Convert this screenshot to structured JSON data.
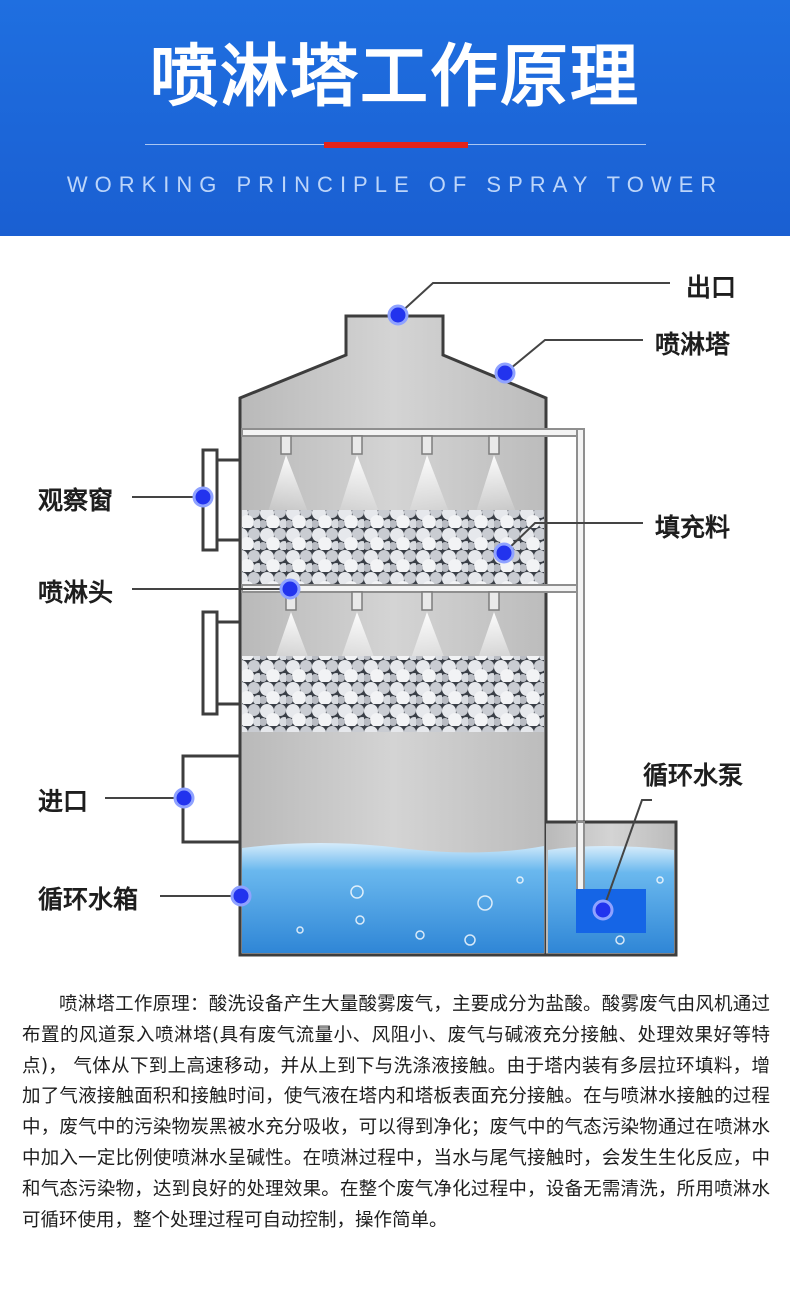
{
  "header": {
    "title": "喷淋塔工作原理",
    "subtitle": "WORKING PRINCIPLE OF SPRAY TOWER"
  },
  "diagram": {
    "labels": {
      "outlet": "出口",
      "tower": "喷淋塔",
      "window": "观察窗",
      "packing": "填充料",
      "nozzle": "喷淋头",
      "pump": "循环水泵",
      "inlet": "进口",
      "tank": "循环水箱"
    },
    "colors": {
      "header_bg": "#1f6fe0",
      "accent_red": "#e2231a",
      "tower_gray": "#c7c7c7",
      "marker_blue": "#2233ee",
      "water_blue": "#4da3e8"
    }
  },
  "description": "喷淋塔工作原理：酸洗设备产生大量酸雾废气，主要成分为盐酸。酸雾废气由风机通过布置的风道泵入喷淋塔(具有废气流量小、风阻小、废气与碱液充分接触、处理效果好等特点)，  气体从下到上高速移动，并从上到下与洗涤液接触。由于塔内装有多层拉环填料，增加了气液接触面积和接触时间，使气液在塔内和塔板表面充分接触。在与喷淋水接触的过程中，废气中的污染物炭黑被水充分吸收，可以得到净化；废气中的气态污染物通过在喷淋水中加入一定比例使喷淋水呈碱性。在喷淋过程中，当水与尾气接触时，会发生生化反应，中和气态污染物，达到良好的处理效果。在整个废气净化过程中，设备无需清洗，所用喷淋水可循环使用，整个处理过程可自动控制，操作简单。"
}
